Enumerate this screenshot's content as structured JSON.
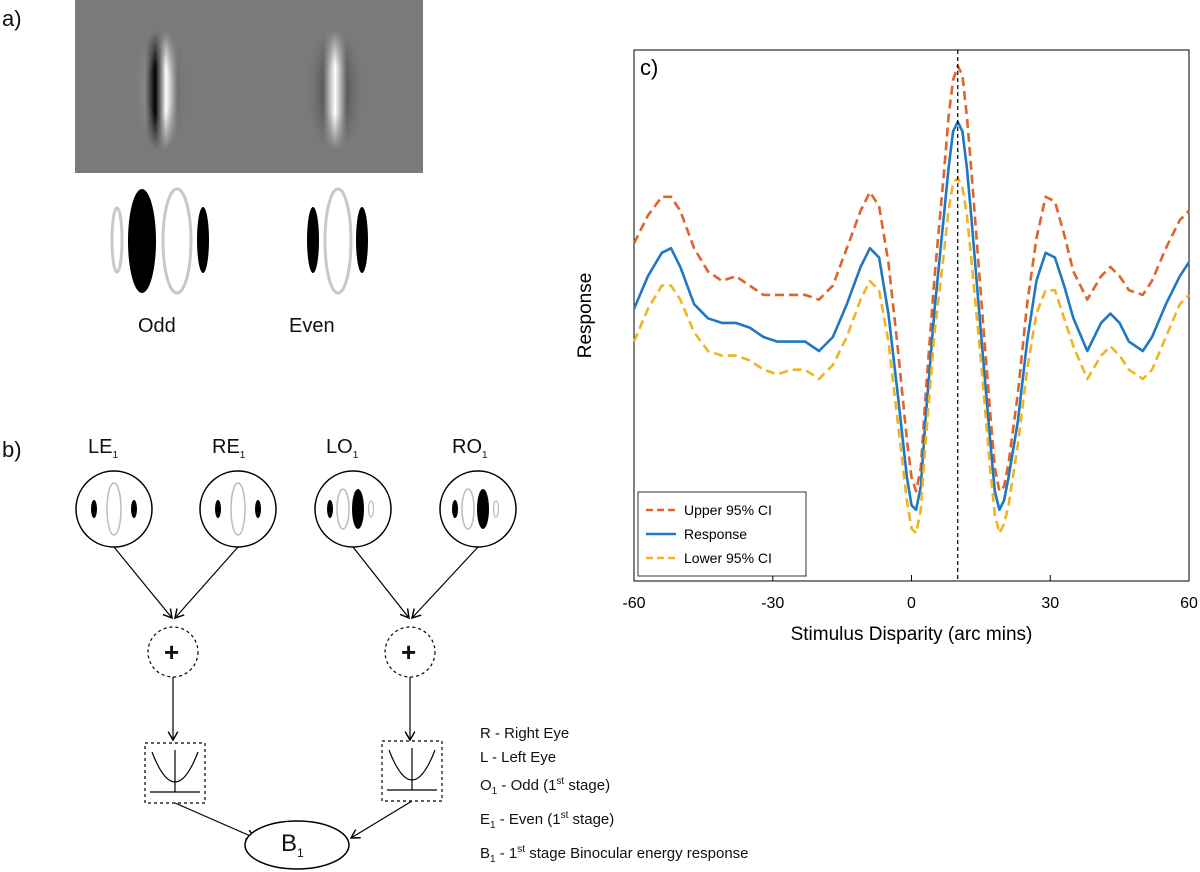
{
  "panel_a": {
    "label": "a)",
    "odd_label": "Odd",
    "even_label": "Even"
  },
  "panel_b": {
    "label": "b)",
    "units": [
      {
        "main": "LE",
        "sub": "1"
      },
      {
        "main": "RE",
        "sub": "1"
      },
      {
        "main": "LO",
        "sub": "1"
      },
      {
        "main": "RO",
        "sub": "1"
      }
    ],
    "sum_symbol": "+",
    "output": {
      "main": "B",
      "sub": "1"
    },
    "key": [
      {
        "main": "R - Right Eye",
        "sub": "",
        "rest": "",
        "sup": "",
        "tail": ""
      },
      {
        "main": "L - Left Eye",
        "sub": "",
        "rest": "",
        "sup": "",
        "tail": ""
      },
      {
        "main": "O",
        "sub": "1",
        "rest": " - Odd (1",
        "sup": "st",
        "tail": " stage)"
      },
      {
        "main": "E",
        "sub": "1",
        "rest": " - Even (1",
        "sup": "st",
        "tail": " stage)"
      },
      {
        "main": "B",
        "sub": "1",
        "rest": " - 1",
        "sup": "st",
        "tail": " stage Binocular energy response"
      }
    ]
  },
  "panel_c": {
    "label": "c)"
  },
  "chart_data": {
    "type": "line",
    "title": "",
    "xlabel": "Stimulus Disparity (arc mins)",
    "ylabel": "Response",
    "xlim": [
      -60,
      60
    ],
    "xticks": [
      -60,
      -30,
      0,
      30,
      60
    ],
    "y_tick_labels": false,
    "reference_line_x": 10,
    "legend_position": "bottom-left",
    "colors": {
      "upper": "#E0632B",
      "response": "#1F78C1",
      "lower": "#F0B323"
    },
    "x": [
      -60,
      -57,
      -54,
      -52,
      -50,
      -47,
      -44,
      -41,
      -38,
      -35,
      -32,
      -29,
      -26,
      -23,
      -20,
      -17,
      -14,
      -11,
      -9,
      -7,
      -5,
      -3,
      -1,
      0,
      1,
      2,
      3,
      5,
      7,
      8,
      9,
      10,
      11,
      12,
      13,
      15,
      17,
      18,
      19,
      20,
      21,
      23,
      25,
      27,
      29,
      31,
      33,
      35,
      38,
      41,
      43,
      45,
      47,
      50,
      52,
      55,
      58,
      60
    ],
    "series": [
      {
        "name": "Upper 95% CI",
        "key": "upper",
        "values": [
          0.62,
          0.68,
          0.72,
          0.72,
          0.69,
          0.61,
          0.56,
          0.54,
          0.55,
          0.53,
          0.51,
          0.51,
          0.51,
          0.51,
          0.5,
          0.53,
          0.61,
          0.69,
          0.73,
          0.7,
          0.58,
          0.4,
          0.2,
          0.12,
          0.09,
          0.14,
          0.29,
          0.55,
          0.77,
          0.89,
          0.97,
          1.0,
          0.98,
          0.89,
          0.77,
          0.51,
          0.26,
          0.14,
          0.09,
          0.1,
          0.15,
          0.3,
          0.49,
          0.63,
          0.72,
          0.71,
          0.64,
          0.56,
          0.5,
          0.55,
          0.57,
          0.55,
          0.52,
          0.51,
          0.54,
          0.61,
          0.67,
          0.69
        ]
      },
      {
        "name": "Response",
        "key": "response",
        "values": [
          0.48,
          0.55,
          0.6,
          0.61,
          0.57,
          0.49,
          0.46,
          0.45,
          0.45,
          0.44,
          0.42,
          0.41,
          0.41,
          0.41,
          0.39,
          0.42,
          0.49,
          0.57,
          0.61,
          0.59,
          0.47,
          0.3,
          0.12,
          0.06,
          0.05,
          0.1,
          0.24,
          0.48,
          0.68,
          0.78,
          0.86,
          0.88,
          0.86,
          0.78,
          0.67,
          0.43,
          0.2,
          0.09,
          0.05,
          0.07,
          0.12,
          0.24,
          0.41,
          0.54,
          0.6,
          0.59,
          0.53,
          0.46,
          0.39,
          0.45,
          0.47,
          0.45,
          0.41,
          0.39,
          0.42,
          0.49,
          0.55,
          0.58
        ]
      },
      {
        "name": "Lower 95% CI",
        "key": "lower",
        "values": [
          0.41,
          0.48,
          0.53,
          0.53,
          0.5,
          0.43,
          0.39,
          0.38,
          0.38,
          0.37,
          0.35,
          0.34,
          0.35,
          0.35,
          0.33,
          0.36,
          0.42,
          0.5,
          0.54,
          0.52,
          0.41,
          0.24,
          0.07,
          0.01,
          0.0,
          0.05,
          0.19,
          0.43,
          0.6,
          0.69,
          0.75,
          0.76,
          0.74,
          0.68,
          0.58,
          0.37,
          0.14,
          0.04,
          0.0,
          0.02,
          0.06,
          0.19,
          0.35,
          0.47,
          0.52,
          0.52,
          0.46,
          0.4,
          0.33,
          0.38,
          0.4,
          0.38,
          0.35,
          0.33,
          0.35,
          0.42,
          0.49,
          0.51
        ]
      }
    ]
  }
}
